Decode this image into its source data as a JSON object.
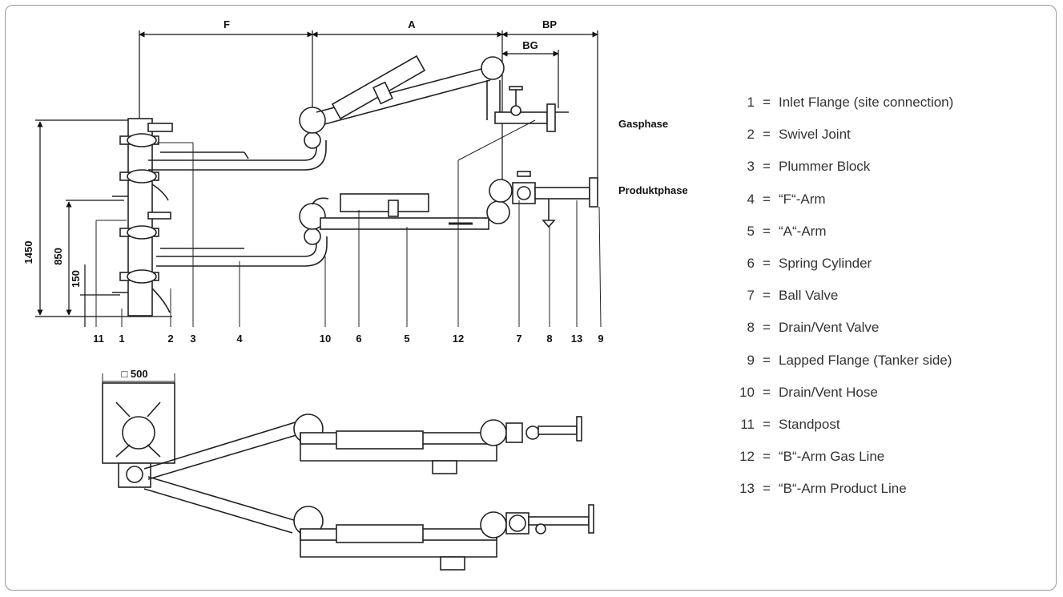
{
  "dimensions": {
    "f": "F",
    "a": "A",
    "bp": "BP",
    "bg": "BG",
    "h1450": "1450",
    "h850": "850",
    "h150": "150",
    "sq500": "□ 500"
  },
  "part_numbers": [
    "11",
    "1",
    "2",
    "3",
    "4",
    "10",
    "6",
    "5",
    "12",
    "7",
    "8",
    "13",
    "9"
  ],
  "phases": {
    "gas": "Gasphase",
    "product": "Produktphase"
  },
  "legend": [
    {
      "num": "1",
      "text": "Inlet Flange (site connection)"
    },
    {
      "num": "2",
      "text": "Swivel Joint"
    },
    {
      "num": "3",
      "text": "Plummer Block"
    },
    {
      "num": "4",
      "text": "“F“-Arm"
    },
    {
      "num": "5",
      "text": "“A“-Arm"
    },
    {
      "num": "6",
      "text": "Spring Cylinder"
    },
    {
      "num": "7",
      "text": "Ball Valve"
    },
    {
      "num": "8",
      "text": "Drain/Vent Valve"
    },
    {
      "num": "9",
      "text": "Lapped Flange (Tanker side)"
    },
    {
      "num": "10",
      "text": "Drain/Vent Hose"
    },
    {
      "num": "11",
      "text": "Standpost"
    },
    {
      "num": "12",
      "text": "“B“-Arm Gas Line"
    },
    {
      "num": "13",
      "text": "“B“-Arm Product Line"
    }
  ],
  "legend_eq": "="
}
